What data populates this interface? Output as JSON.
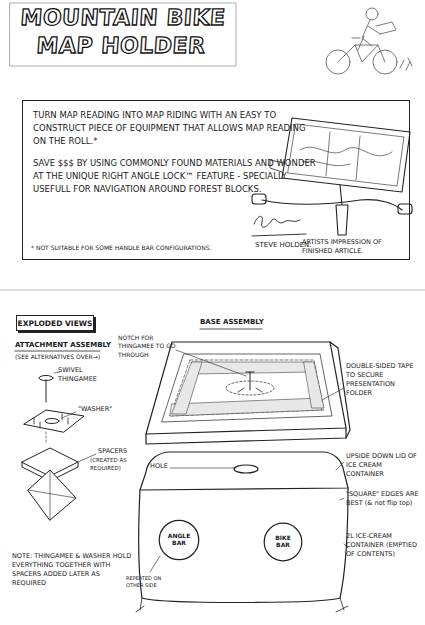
{
  "diagram": {
    "title": "MOUNTAIN BIKE MAP HOLDER",
    "nodes": [
      {
        "text": [
          "TURN MAP READING INTO MAP RIDING WITH AN EASY TO CONSTRUCT PIECE OF EQUIPMENT THAT ALLOWS MAP READING ON THE ROLL.*",
          "SAVE $$$ BY USING COMMONLY FOUND MATERIALS AND WONDER AT THE UNIQUE RIGHT ANGLE LOCK™ FEATURE - SPECIALLY USEFULL FOR NAVIGATION AROUND FOREST BLOCKS.",
          "* NOT SUITABLE FOR SOME HANDLE BAR CONFIGURATIONS.",
          "STEVE HOLDEN."
        ]
      },
      {
        "text": [
          "EXPLODED VIEWS"
        ]
      },
      {
        "text": [
          "ANGLE BAR"
        ]
      },
      {
        "text": [
          "BIKE BAR"
        ]
      }
    ],
    "labels": [
      "ARTISTS IMPRESSION OF FINISHED ARTICLE.",
      "ATTACHMENT ASSEMBLY",
      "(SEE ALTERNATIVES OVER→)",
      "SWIVEL THINGAMEE",
      "\"WASHER\"",
      "SPACERS",
      "(CREATED AS REQUIRED)",
      "NOTE: THINGAMEE & WASHER HOLD EVERYTHING TOGETHER WITH SPACERS ADDED LATER AS REQUIRED",
      "BASE ASSEMBLY",
      "NOTCH FOR THINGAMEE TO GO THROUGH",
      "DOUBLE-SIDED TAPE TO SECURE PRESENTATION FOLDER",
      "HOLE",
      "UPSIDE DOWN LID OF ICE CREAM CONTAINER",
      "\"SQUARE\" EDGES ARE BEST (& not flip top)",
      "2L ICE-CREAM CONTAINER (EMPTIED OF CONTENTS)",
      "REPEATED ON OTHER SIDE"
    ]
  }
}
